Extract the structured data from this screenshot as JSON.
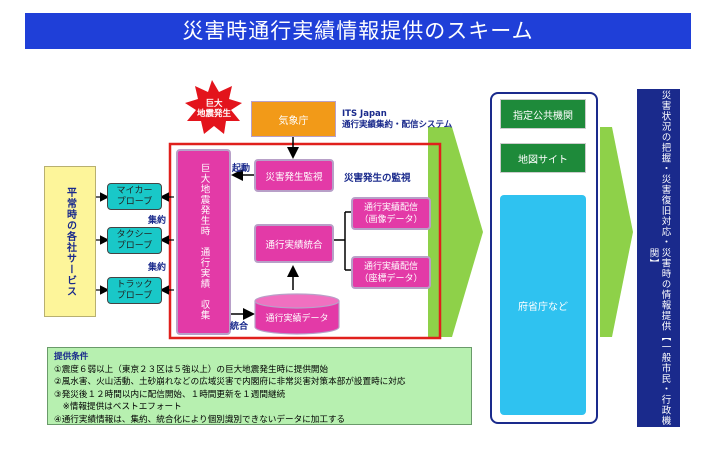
{
  "title": "災害時通行実績情報提供のスキーム",
  "left_services": "平常時の各社サービス",
  "probes": [
    "マイカー\nプローブ",
    "タクシー\nプローブ",
    "トラック\nプローブ"
  ],
  "aggregate_labels": [
    "集約",
    "集約"
  ],
  "burst_label": "巨大\n地震発生",
  "jma": "気象庁",
  "its_japan": "ITS Japan\n通行実績集約・配信システム",
  "collect_box": "巨大地震発生時　通行実績　収集",
  "activate_label": "起動",
  "monitor_box": "災害発生監視",
  "monitor_label": "災害発生の監視",
  "integrate_box": "通行実績統合",
  "distribute_image": "通行実績配信\n（画像データ）",
  "distribute_coords": "通行実績配信\n（座標データ）",
  "db_label": "通行実績データ",
  "integrate_label": "統合",
  "recipients": {
    "designated": "指定公共機関",
    "map_site": "地図サイト",
    "ministries": "府省庁など"
  },
  "right_text": "災害状況の把握・災害復旧対応・災害時の情報提供【一般市民・行政機関】",
  "conditions": {
    "heading": "提供条件",
    "items": [
      "①震度６弱以上（東京２３区は５強以上）の巨大地震発生時に提供開始",
      "②風水害、火山活動、土砂崩れなどの広域災害で内閣府に非常災害対策本部が設置時に対応",
      "③発災後１２時間以内に配信開始、１時間更新を１週間継続",
      "　※情報提供はベストエフォート",
      "④通行実績情報は、集約、統合化により個別識別できないデータに加工する"
    ]
  },
  "colors": {
    "title_bg": "#1f3fd8",
    "pink": "#e33aa7",
    "cyan": "#19c8c8",
    "yellow": "#fdf59a",
    "orange": "#f29a18",
    "green_arrow": "#8ed149",
    "red_frame": "#e0201c",
    "navy": "#1a2a8c"
  }
}
